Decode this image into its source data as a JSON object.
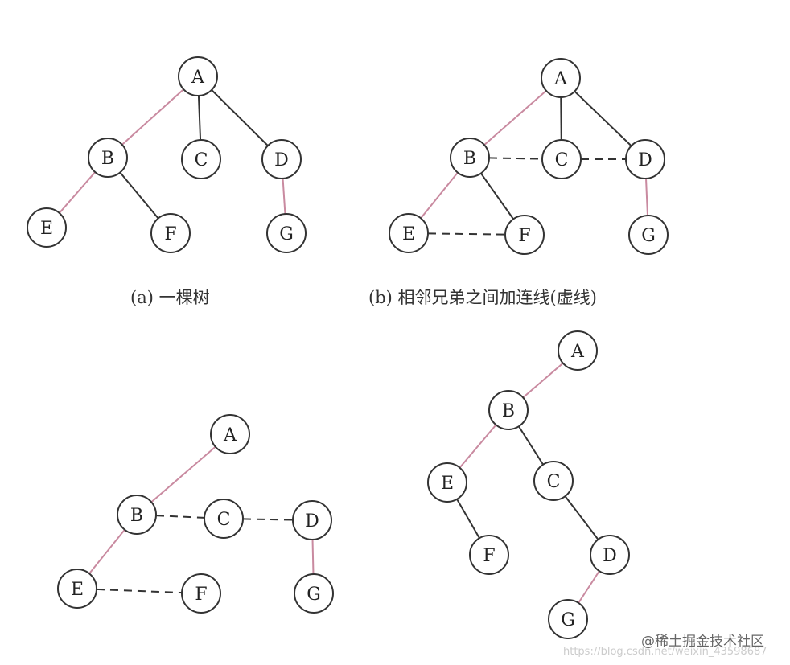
{
  "colors": {
    "pink_edge": "#c98aa0",
    "black_edge": "#333333",
    "node_stroke": "#333333"
  },
  "captions": {
    "a": "(a) 一棵树",
    "b": "(b) 相邻兄弟之间加连线(虚线)"
  },
  "watermark": {
    "site": "@稀土掘金技术社区",
    "url": "https://blog.csdn.net/weixin_43598687"
  },
  "trees": [
    {
      "id": "a",
      "nodes": [
        "A",
        "B",
        "C",
        "D",
        "E",
        "F",
        "G"
      ],
      "edges": [
        [
          "A",
          "B",
          "pink"
        ],
        [
          "A",
          "C",
          "black"
        ],
        [
          "A",
          "D",
          "black"
        ],
        [
          "B",
          "E",
          "pink"
        ],
        [
          "B",
          "F",
          "black"
        ],
        [
          "D",
          "G",
          "pink"
        ]
      ]
    },
    {
      "id": "b",
      "nodes": [
        "A",
        "B",
        "C",
        "D",
        "E",
        "F",
        "G"
      ],
      "edges": [
        [
          "A",
          "B",
          "pink"
        ],
        [
          "A",
          "C",
          "black"
        ],
        [
          "A",
          "D",
          "black"
        ],
        [
          "B",
          "E",
          "pink"
        ],
        [
          "B",
          "F",
          "black"
        ],
        [
          "D",
          "G",
          "pink"
        ],
        [
          "B",
          "C",
          "dashed"
        ],
        [
          "C",
          "D",
          "dashed"
        ],
        [
          "E",
          "F",
          "dashed"
        ]
      ]
    },
    {
      "id": "c",
      "nodes": [
        "A",
        "B",
        "C",
        "D",
        "E",
        "F",
        "G"
      ],
      "edges": [
        [
          "A",
          "B",
          "pink"
        ],
        [
          "B",
          "E",
          "pink"
        ],
        [
          "D",
          "G",
          "pink"
        ],
        [
          "B",
          "C",
          "dashed"
        ],
        [
          "C",
          "D",
          "dashed"
        ],
        [
          "E",
          "F",
          "dashed"
        ]
      ]
    },
    {
      "id": "d",
      "nodes": [
        "A",
        "B",
        "C",
        "D",
        "E",
        "F",
        "G"
      ],
      "edges": [
        [
          "A",
          "B",
          "pink"
        ],
        [
          "B",
          "E",
          "pink"
        ],
        [
          "B",
          "C",
          "black"
        ],
        [
          "E",
          "F",
          "black"
        ],
        [
          "C",
          "D",
          "black"
        ],
        [
          "D",
          "G",
          "pink"
        ]
      ]
    }
  ]
}
